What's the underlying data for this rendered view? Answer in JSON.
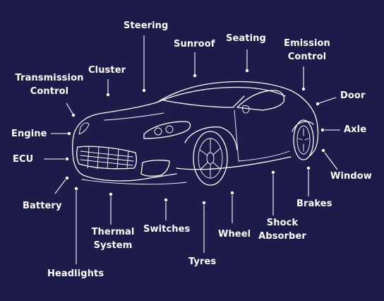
{
  "colors": {
    "background": "#1e1b4b",
    "foreground": "#ffffff"
  },
  "labels": {
    "steering": "Steering",
    "sunroof": "Sunroof",
    "seating": "Seating",
    "emission_control": "Emission\nControl",
    "cluster": "Cluster",
    "transmission_control": "Transmission\nControl",
    "door": "Door",
    "engine": "Engine",
    "axle": "Axle",
    "ecu": "ECU",
    "window": "Window",
    "battery": "Battery",
    "brakes": "Brakes",
    "thermal_system": "Thermal\nSystem",
    "switches": "Switches",
    "shock_absorber": "Shock\nAbsorber",
    "wheel": "Wheel",
    "tyres": "Tyres",
    "headlights": "Headlights"
  },
  "illustration": "car-line-drawing-icon"
}
